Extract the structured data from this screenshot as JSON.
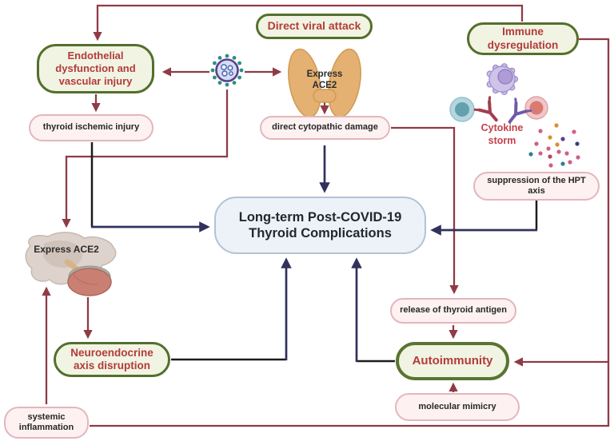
{
  "figure": {
    "title": "Long-term Post-COVID-19 Thyroid Complications",
    "type": "pathophysiology-flow-diagram"
  },
  "center_node": {
    "label": "Long-term Post-COVID-19 Thyroid Complications"
  },
  "nodes": {
    "endothelial": {
      "label": "Endothelial dysfunction and vascular injury",
      "style": "green"
    },
    "direct_viral_attack": {
      "label": "Direct viral attack",
      "style": "green"
    },
    "immune_dysregulation": {
      "label": "Immune dysregulation",
      "style": "green"
    },
    "neuroendocrine": {
      "label": "Neuroendocrine axis disruption",
      "style": "green"
    },
    "autoimmunity": {
      "label": "Autoimmunity",
      "style": "green"
    },
    "thyroid_ischemic_injury": {
      "label": "thyroid ischemic injury",
      "style": "pink"
    },
    "direct_cytopathic_damage": {
      "label": "direct cytopathic damage",
      "style": "pink"
    },
    "suppression_hpt": {
      "label": "suppression of the HPT axis",
      "style": "pink"
    },
    "release_thyroid_antigen": {
      "label": "release of thyroid antigen",
      "style": "pink"
    },
    "molecular_mimicry": {
      "label": "molecular mimicry",
      "style": "pink"
    },
    "systemic_inflammation": {
      "label": "systemic inflammation",
      "style": "pink"
    }
  },
  "annotations": {
    "express_ace2_thyroid": "Express ACE2",
    "express_ace2_pituitary": "Express ACE2",
    "cytokine_storm": "Cytokine storm"
  },
  "icons": [
    "sars-cov-2-virus-icon",
    "thyroid-gland-icon",
    "pituitary-gland-icon",
    "macrophage-icon",
    "lymphocyte-blue-icon",
    "lymphocyte-red-icon",
    "antibody-red-icon",
    "antibody-purple-icon",
    "cytokine-dots"
  ],
  "edges": [
    {
      "from": "immune_dysregulation",
      "to": "endothelial",
      "color": "red"
    },
    {
      "from": "virus",
      "to": "endothelial",
      "color": "red"
    },
    {
      "from": "virus",
      "to": "thyroid_gland",
      "color": "red"
    },
    {
      "from": "virus",
      "to": "pituitary_gland",
      "color": "red"
    },
    {
      "from": "endothelial",
      "to": "thyroid_ischemic_injury",
      "color": "red"
    },
    {
      "from": "thyroid_gland",
      "to": "direct_cytopathic_damage",
      "color": "red"
    },
    {
      "from": "direct_cytopathic_damage",
      "to": "release_thyroid_antigen",
      "color": "red"
    },
    {
      "from": "release_thyroid_antigen",
      "to": "autoimmunity",
      "color": "red"
    },
    {
      "from": "molecular_mimicry",
      "to": "autoimmunity",
      "color": "red"
    },
    {
      "from": "pituitary_gland",
      "to": "neuroendocrine",
      "color": "red"
    },
    {
      "from": "systemic_inflammation",
      "to": "pituitary_gland",
      "color": "red"
    },
    {
      "from": "immune_dysregulation+systemic_inflammation",
      "to": "autoimmunity",
      "color": "red"
    },
    {
      "from": "direct_cytopathic_damage",
      "to": "center",
      "color": "navy"
    },
    {
      "from": "thyroid_ischemic_injury",
      "to": "center",
      "color": "navy"
    },
    {
      "from": "suppression_hpt",
      "to": "center",
      "color": "navy"
    },
    {
      "from": "neuroendocrine",
      "to": "center",
      "color": "navy"
    },
    {
      "from": "autoimmunity",
      "to": "center",
      "color": "navy"
    }
  ],
  "colors": {
    "green_node_fill": "#f1f4e2",
    "green_node_border": "#546f2d",
    "green_node_text": "#b33b3c",
    "pink_node_fill": "#fdf1f1",
    "pink_node_border": "#e3b6bd",
    "pink_node_text": "#272727",
    "center_fill": "#edf2f8",
    "center_border": "#b2c2d8",
    "center_text": "#23272f",
    "arrow_red": "#8f3b46",
    "arrow_navy": "#31315e",
    "arrow_black": "#1c1c1c",
    "virus_spikes": "#2e8f82",
    "virus_ring": "#5b3f8f",
    "thyroid_fill": "#e4b172",
    "cytokine_text": "#c2404a"
  }
}
